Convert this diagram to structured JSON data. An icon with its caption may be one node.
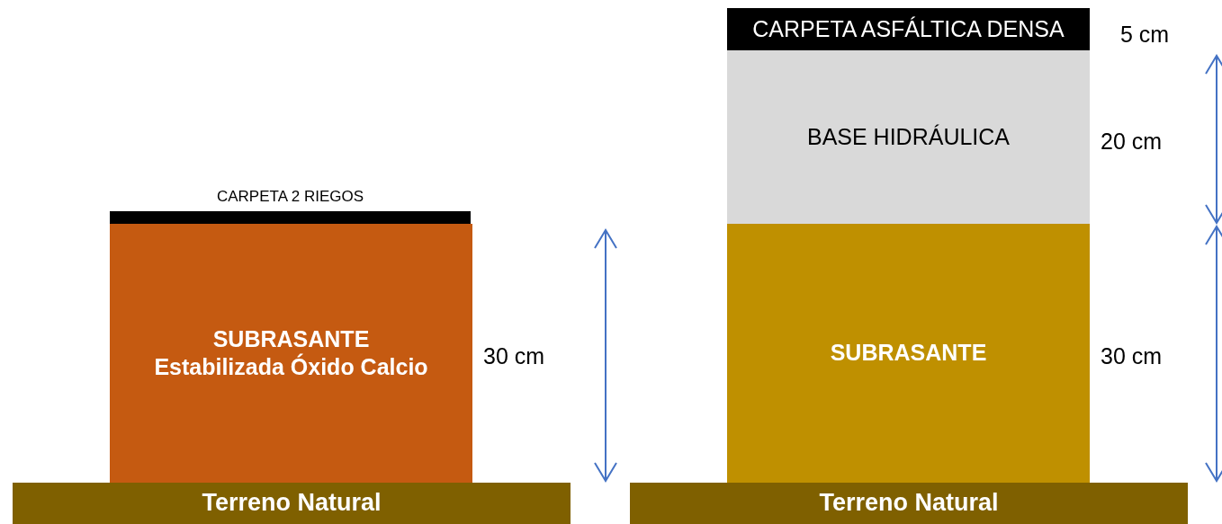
{
  "diagram": {
    "nodes": [
      {
        "text": [
          "CARPETA 2 RIEGOS"
        ]
      },
      {
        "text": [
          "SUBRASANTE",
          "Estabilizada Óxido Calcio"
        ],
        "beside": [
          "30 cm"
        ]
      },
      {
        "text": [
          "Terreno Natural"
        ]
      },
      {
        "text": [
          "CARPETA ASFÁLTICA DENSA"
        ],
        "beside": [
          "5 cm"
        ]
      },
      {
        "text": [
          "BASE HIDRÁULICA"
        ],
        "beside": [
          "20 cm"
        ]
      },
      {
        "text": [
          "SUBRASANTE"
        ],
        "beside": [
          "30 cm"
        ]
      },
      {
        "text": [
          "Terreno Natural"
        ]
      }
    ],
    "edges": []
  }
}
